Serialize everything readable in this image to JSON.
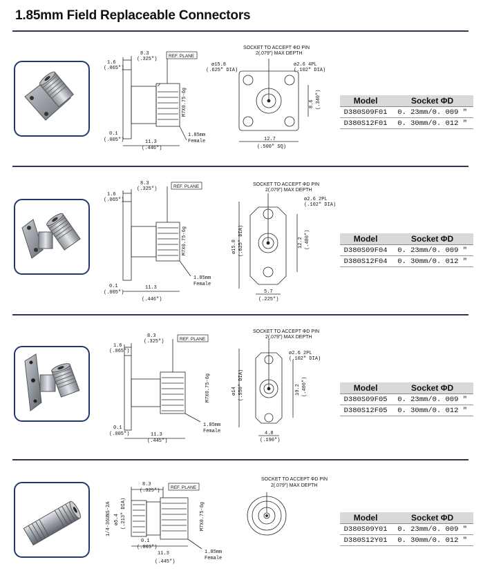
{
  "page": {
    "title": "1.85mm Field Replaceable Connectors"
  },
  "table_headers": {
    "model": "Model",
    "socket": "Socket ΦD"
  },
  "sections": [
    {
      "rows": [
        {
          "model": "D380S09F01",
          "socket": "0. 23mm/0. 009 \""
        },
        {
          "model": "D380S12F01",
          "socket": "0. 30mm/0. 012 \""
        }
      ],
      "side": {
        "d1": "1.6",
        "d1i": "(.065\")",
        "d2": "8.3",
        "d2i": "(.325\")",
        "ref": "REF. PLANE",
        "thread": "M7X0.75-6g",
        "d3": "0.1",
        "d3i": "(.005\")",
        "d4": "11.3",
        "d4i": "(.446\")",
        "female1": "1.85mm",
        "female2": "Female"
      },
      "front": {
        "socket1": "SOCKET TO ACCEPT ΦD PIN",
        "socket2": "2(.079\") MAX DEPTH",
        "hole1": "ø2.6 4PL",
        "hole2": "(.102\" DIA)",
        "dia1": "ø15.8",
        "dia2": "(.625\" DIA)",
        "w1": "8.6",
        "w2": "(.340\")",
        "b1": "12.7",
        "b2": "(.500\" SQ)"
      }
    },
    {
      "rows": [
        {
          "model": "D380S09F04",
          "socket": "0. 23mm/0. 009 \""
        },
        {
          "model": "D380S12F04",
          "socket": "0. 30mm/0. 012 \""
        }
      ],
      "side": {
        "d1": "1.6",
        "d1i": "(.065\")",
        "d2": "8.3",
        "d2i": "(.325\")",
        "ref": "REF. PLANE",
        "thread": "M7X0.75-6g",
        "d3": "0.1",
        "d3i": "(.005\")",
        "d4": "11.3",
        "d4i": "(.446\")",
        "female1": "1.85mm",
        "female2": "Female"
      },
      "front": {
        "socket1": "SOCKET TO ACCEPT ΦD PIN",
        "socket2": "2(.079\") MAX DEPTH",
        "hole1": "ø2.6 2PL",
        "hole2": "(.102\" DIA)",
        "dia1": "ø15.8",
        "dia2": "(.625\" DIA)",
        "w1": "12.2",
        "w2": "(.480\")",
        "b1": "5.7",
        "b2": "(.225\")"
      }
    },
    {
      "rows": [
        {
          "model": "D380S09F05",
          "socket": "0. 23mm/0. 009 \""
        },
        {
          "model": "D380S12F05",
          "socket": "0. 30mm/0. 012 \""
        }
      ],
      "side": {
        "d1": "1.6",
        "d1i": "(.065\")",
        "d2": "8.3",
        "d2i": "(.325\")",
        "ref": "REF. PLANE",
        "thread": "M7X0.75-6g",
        "d3": "0.1",
        "d3i": "(.005\")",
        "d4": "11.3",
        "d4i": "(.445\")",
        "female1": "1.85mm",
        "female2": "Female"
      },
      "front": {
        "socket1": "SOCKET TO ACCEPT ΦD PIN",
        "socket2": "2(.079\") MAX DEPTH",
        "hole1": "ø2.6 2PL",
        "hole2": "(.102\" DIA)",
        "dia1": "ø14",
        "dia2": "(.550\" DIA)",
        "w1": "10.2",
        "w2": "(.400\")",
        "b1": "4.8",
        "b2": "(.190\")"
      }
    },
    {
      "rows": [
        {
          "model": "D380S09Y01",
          "socket": "0. 23mm/0. 009 \""
        },
        {
          "model": "D380S12Y01",
          "socket": "0. 30mm/0. 012 \""
        }
      ],
      "side": {
        "d1": "8.3",
        "d1i": "(.325\")",
        "ref": "REF. PLANE",
        "thread": "M7X0.75-6g",
        "thread2": "1/4-36UNS-2A",
        "d5": "ø5.4",
        "d5i": "(.213\" DIA)",
        "d3": "0.1",
        "d3i": "(.003\")",
        "d4": "11.3",
        "d4i": "(.445\")",
        "female1": "1.85mm",
        "female2": "Female"
      },
      "front": {
        "socket1": "SOCKET TO ACCEPT ΦD PIN",
        "socket2": "2(.079\") MAX DEPTH"
      }
    }
  ]
}
